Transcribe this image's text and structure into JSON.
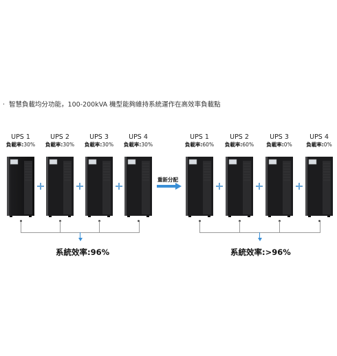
{
  "bullet": "智慧負載均分功能，100-200kVA 機型能夠維持系統運作在高效率負載點",
  "before": {
    "units": [
      {
        "name": "UPS 1",
        "load_label": "負載率:",
        "load_value": "30%"
      },
      {
        "name": "UPS 2",
        "load_label": "負載率:",
        "load_value": "30%"
      },
      {
        "name": "UPS 3",
        "load_label": "負載率:",
        "load_value": "30%"
      },
      {
        "name": "UPS 4",
        "load_label": "負載率:",
        "load_value": "30%"
      }
    ],
    "efficiency": "系統效率:96%"
  },
  "redistribute": "重新分配",
  "after": {
    "units": [
      {
        "name": "UPS 1",
        "load_label": "負載率:",
        "load_value": "60%"
      },
      {
        "name": "UPS 2",
        "load_label": "負載率:",
        "load_value": "60%"
      },
      {
        "name": "UPS 3",
        "load_label": "負載率:",
        "load_value": "0%"
      },
      {
        "name": "UPS 4",
        "load_label": "負載率:",
        "load_value": "0%"
      }
    ],
    "efficiency": "系統效率:>96%"
  },
  "colors": {
    "accent": "#3a8fd6",
    "plus": "#6aa6d8",
    "cabinet": "#1c1c1e"
  }
}
